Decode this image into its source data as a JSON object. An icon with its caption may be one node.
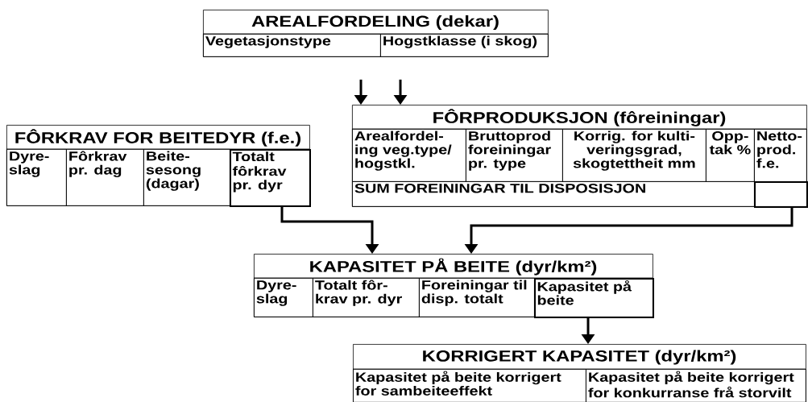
{
  "diagram": {
    "nodes": [
      {
        "text": [
          "AREALFORDELING (dekar)"
        ]
      },
      {
        "text": [
          "Vegetasjonstype"
        ],
        "in": 0
      },
      {
        "text": [
          "Hogstklasse (i skog)"
        ],
        "in": 0
      },
      {
        "text": [
          "FÔRKRAV FOR BEITEDYR (f.e.)"
        ]
      },
      {
        "text": [
          "Dyre- slag"
        ],
        "in": 3
      },
      {
        "text": [
          "Fôrkrav pr. dag"
        ],
        "in": 3
      },
      {
        "text": [
          "Beite- sesong (dagar)"
        ],
        "in": 3
      },
      {
        "text": [
          "Totalt fôrkrav pr. dyr"
        ],
        "in": 3
      },
      {
        "text": [
          "FÔRPRODUKSJON (fôreiningar)"
        ]
      },
      {
        "text": [
          "Arealfordel- ing veg.type/ hogstkl."
        ],
        "in": 8
      },
      {
        "text": [
          "Bruttoprod foreiningar pr. type"
        ],
        "in": 8
      },
      {
        "text": [
          "Korrig. for kulti- veringsgrad, skogtettheit mm"
        ],
        "in": 8
      },
      {
        "text": [
          "Opp- tak %"
        ],
        "in": 8
      },
      {
        "text": [
          "Netto- prod. f.e."
        ],
        "in": 8
      },
      {
        "text": [
          "SUM FOREININGAR TIL DISPOSISJON"
        ],
        "in": 8
      },
      {
        "text": [],
        "shape": "box",
        "in": 8
      },
      {
        "text": [
          "KAPASITET PÅ BEITE (dyr/km²)"
        ]
      },
      {
        "text": [
          "Dyre- slag"
        ],
        "in": 16
      },
      {
        "text": [
          "Totalt fôr- krav pr. dyr"
        ],
        "in": 16
      },
      {
        "text": [
          "Foreiningar til disp. totalt"
        ],
        "in": 16
      },
      {
        "text": [
          "Kapasitet på beite"
        ],
        "in": 16
      },
      {
        "text": [
          "KORRIGERT KAPASITET (dyr/km²)"
        ]
      },
      {
        "text": [
          "Kapasitet på beite korrigert for sambeiteeffekt"
        ],
        "in": 21
      },
      {
        "text": [
          "Kapasitet på beite korrigert for konkurranse frå storvilt"
        ],
        "in": 21
      }
    ],
    "edges": [
      {
        "from": 1,
        "to": 8,
        "arrow": "to"
      },
      {
        "from": 2,
        "to": 8,
        "arrow": "to"
      },
      {
        "from": 7,
        "to": 16,
        "arrow": "to"
      },
      {
        "from": 15,
        "to": 16,
        "arrow": "to"
      },
      {
        "from": 20,
        "to": 21,
        "arrow": "to"
      }
    ]
  }
}
